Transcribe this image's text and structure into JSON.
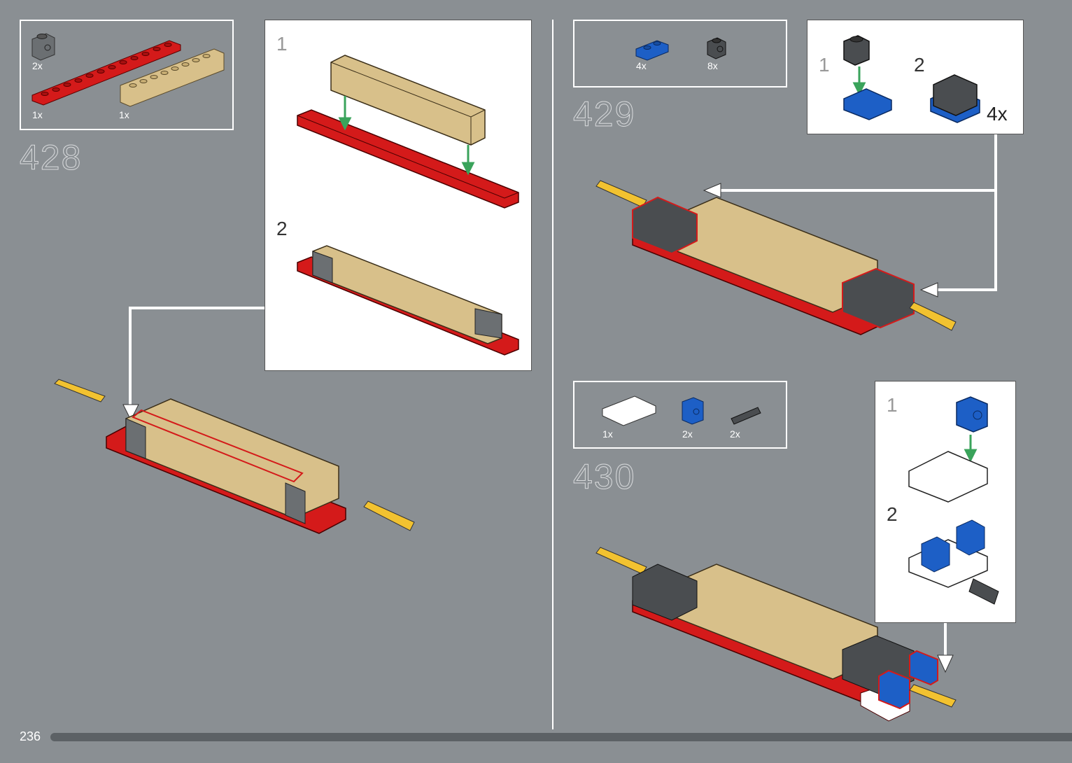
{
  "page": {
    "number": "236"
  },
  "steps": [
    {
      "number": "428",
      "parts": [
        {
          "qty": "2x",
          "part": "gray-technic-brick-1x1"
        },
        {
          "qty": "1x",
          "part": "red-plate-1x12"
        },
        {
          "qty": "1x",
          "part": "tan-brick-1x10"
        }
      ],
      "substeps": [
        "1",
        "2"
      ]
    },
    {
      "number": "429",
      "parts": [
        {
          "qty": "4x",
          "part": "blue-plate-1x2"
        },
        {
          "qty": "8x",
          "part": "dark-technic-brick-1x1"
        }
      ],
      "substeps": [
        "1",
        "2"
      ],
      "multiplier": "4x"
    },
    {
      "number": "430",
      "parts": [
        {
          "qty": "1x",
          "part": "white-plate-2x3"
        },
        {
          "qty": "2x",
          "part": "blue-technic-brick-1x1"
        },
        {
          "qty": "2x",
          "part": "technic-pin"
        }
      ],
      "substeps": [
        "1",
        "2"
      ]
    }
  ],
  "colors": {
    "background": "#8a8f93",
    "red": "#d41a1a",
    "tan": "#d8c08a",
    "blue": "#1d5fc6",
    "dark_gray": "#4a4d50",
    "arrow_green": "#3aa35b"
  }
}
